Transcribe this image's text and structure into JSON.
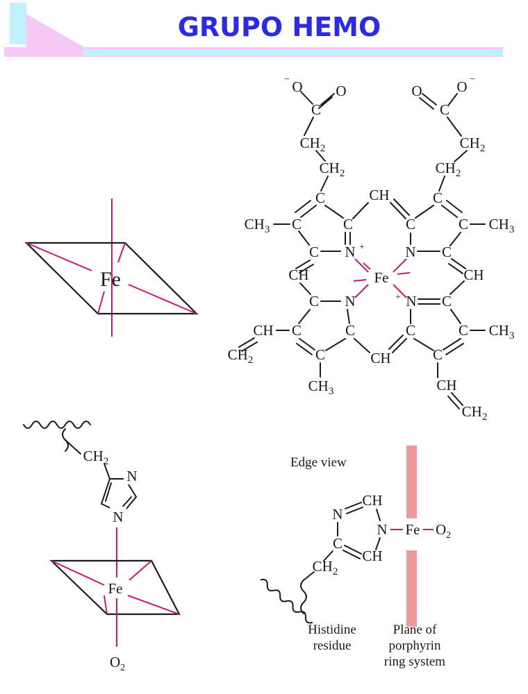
{
  "title": "GRUPO HEMO",
  "colors": {
    "title": "#2a2ae8",
    "banner_cyan": "#bff0fb",
    "banner_pink": "#f6c8f4",
    "coordination": "#c8177a",
    "plane_bar": "#ef9a9a",
    "ink": "#1a1a1a"
  },
  "atoms": {
    "fe": "Fe",
    "o2": "O₂",
    "o2_base": "O",
    "o2_sub": "2",
    "ch": "CH",
    "ch2": "CH₂",
    "ch3": "CH₃",
    "c": "C",
    "n": "N",
    "o": "O",
    "charge_neg": "−",
    "charge_pos": "+"
  },
  "edge_view": {
    "title": "Edge view",
    "histidine_label_1": "Histidine",
    "histidine_label_2": "residue",
    "plane_label_1": "Plane of",
    "plane_label_2": "porphyrin",
    "plane_label_3": "ring system"
  }
}
